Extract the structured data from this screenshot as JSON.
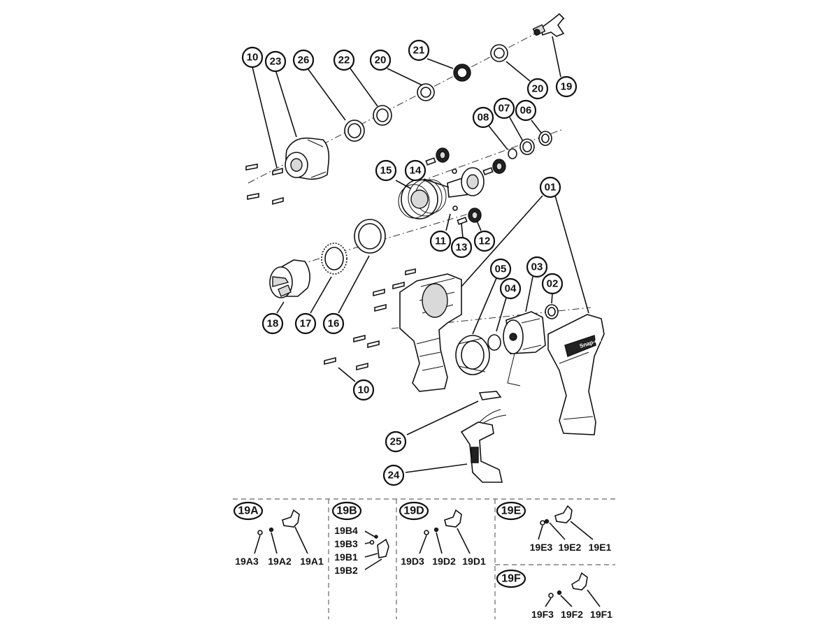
{
  "callouts": [
    {
      "id": "10"
    },
    {
      "id": "23"
    },
    {
      "id": "26"
    },
    {
      "id": "22"
    },
    {
      "id": "20"
    },
    {
      "id": "21"
    },
    {
      "id": "20"
    },
    {
      "id": "19"
    },
    {
      "id": "08"
    },
    {
      "id": "07"
    },
    {
      "id": "06"
    },
    {
      "id": "15"
    },
    {
      "id": "14"
    },
    {
      "id": "11"
    },
    {
      "id": "13"
    },
    {
      "id": "12"
    },
    {
      "id": "01"
    },
    {
      "id": "05"
    },
    {
      "id": "03"
    },
    {
      "id": "04"
    },
    {
      "id": "02"
    },
    {
      "id": "18"
    },
    {
      "id": "17"
    },
    {
      "id": "16"
    },
    {
      "id": "10"
    },
    {
      "id": "25"
    },
    {
      "id": "24"
    }
  ],
  "insets": [
    {
      "id": "19A",
      "parts": [
        "19A3",
        "19A2",
        "19A1"
      ]
    },
    {
      "id": "19B",
      "parts": [
        "19B4",
        "19B3",
        "19B1",
        "19B2"
      ]
    },
    {
      "id": "19D",
      "parts": [
        "19D3",
        "19D2",
        "19D1"
      ]
    },
    {
      "id": "19E",
      "parts": [
        "19E3",
        "19E2",
        "19E1"
      ]
    },
    {
      "id": "19F",
      "parts": [
        "19F3",
        "19F2",
        "19F1"
      ]
    }
  ],
  "brand_mark": "Snap-on"
}
